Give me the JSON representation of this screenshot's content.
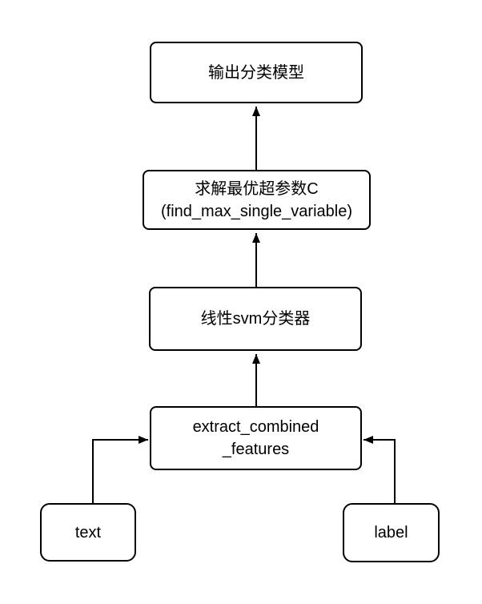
{
  "diagram": {
    "type": "flowchart",
    "background_color": "#ffffff",
    "stroke_color": "#000000",
    "nodes": {
      "output_model": {
        "text": "输出分类模型"
      },
      "find_max": {
        "line1": "求解最优超参数C",
        "line2": "(find_max_single_variable)"
      },
      "svm": {
        "text": "线性svm分类器"
      },
      "extract": {
        "line1": "extract_combined",
        "line2": "_features"
      },
      "text_src": {
        "text": "text"
      },
      "label_src": {
        "text": "label"
      }
    },
    "edges": [
      {
        "from": "find_max",
        "to": "output_model"
      },
      {
        "from": "svm",
        "to": "find_max"
      },
      {
        "from": "extract",
        "to": "svm"
      },
      {
        "from": "text_src",
        "to": "extract"
      },
      {
        "from": "label_src",
        "to": "extract"
      }
    ]
  }
}
